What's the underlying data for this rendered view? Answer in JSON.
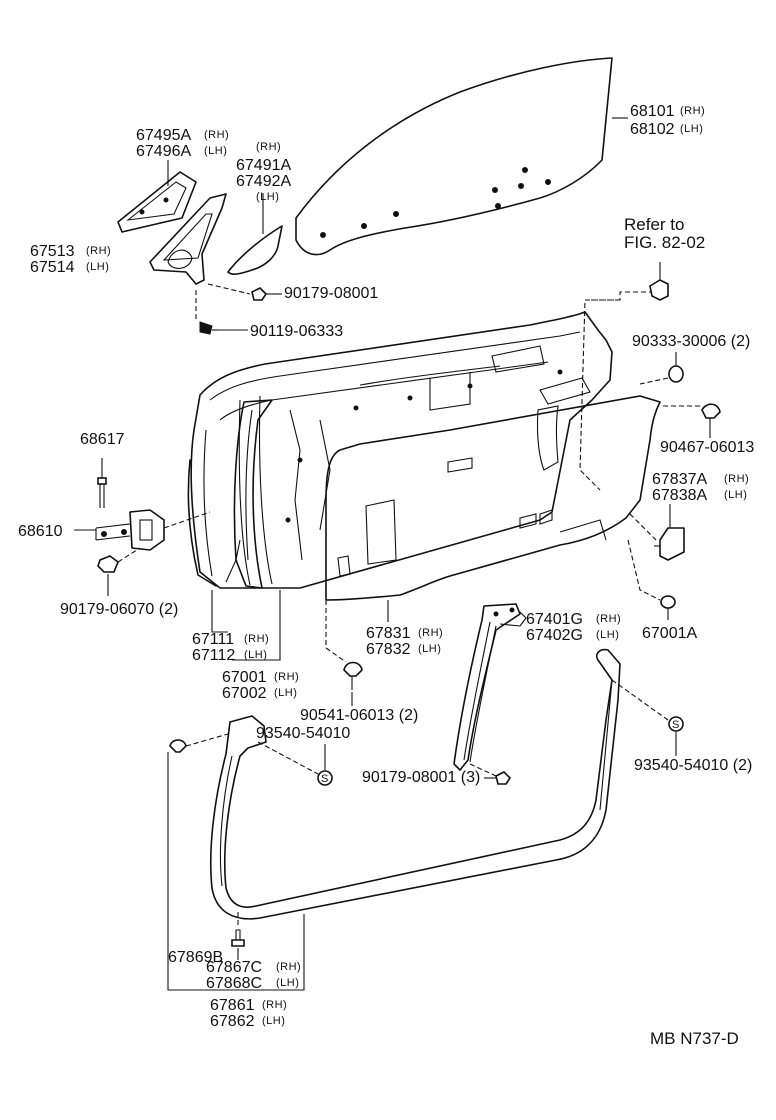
{
  "labels": {
    "p68101": "68101",
    "p68102": "68102",
    "p67495a": "67495A",
    "p67496a": "67496A",
    "p67491a": "67491A",
    "p67492a": "67492A",
    "p67513": "67513",
    "p67514": "67514",
    "p90179_08001_top": "90179-08001",
    "p90119_06333": "90119-06333",
    "refer_line1": "Refer to",
    "refer_line2": "FIG. 82-02",
    "p90333_30006": "90333-30006 (2)",
    "p90467_06013": "90467-06013",
    "p68617": "68617",
    "p68610": "68610",
    "p67837a": "67837A",
    "p67838a": "67838A",
    "p90179_06070": "90179-06070 (2)",
    "p67111": "67111",
    "p67112": "67112",
    "p67001": "67001",
    "p67002": "67002",
    "p67831": "67831",
    "p67832": "67832",
    "p67001a": "67001A",
    "p67401g": "67401G",
    "p67402g": "67402G",
    "p90541_06013": "90541-06013 (2)",
    "p93540_54010_left": "93540-54010",
    "p93540_54010_right": "93540-54010 (2)",
    "p90179_08001_bottom": "90179-08001 (3)",
    "p67869b": "67869B",
    "p67867c": "67867C",
    "p67868c": "67868C",
    "p67861": "67861",
    "p67862": "67862",
    "rh": "(RH)",
    "lh": "(LH)",
    "footer_code": "MB N737-D"
  },
  "symbols": {
    "seal_letter": "S"
  }
}
